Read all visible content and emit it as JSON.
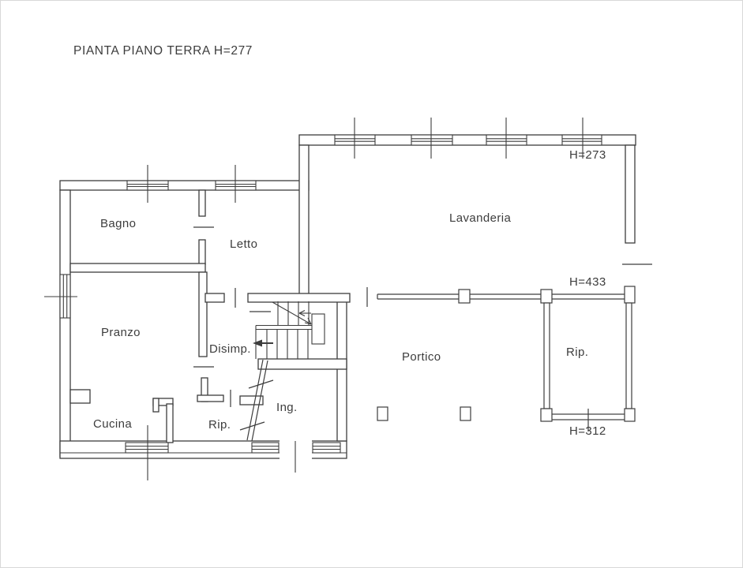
{
  "title": "PIANTA PIANO TERRA H=277",
  "rooms": {
    "bagno": {
      "label": "Bagno"
    },
    "letto": {
      "label": "Letto"
    },
    "lavanderia": {
      "label": "Lavanderia"
    },
    "pranzo": {
      "label": "Pranzo"
    },
    "disimpegno": {
      "label": "Disimp."
    },
    "cucina": {
      "label": "Cucina"
    },
    "ripostiglio": {
      "label": "Rip."
    },
    "ingresso": {
      "label": "Ing."
    },
    "portico": {
      "label": "Portico"
    },
    "ripostiglio_esterno": {
      "label": "Rip."
    }
  },
  "annotations": {
    "lavanderia_height": "H=273",
    "portico_height": "H=433",
    "ripostiglio_height": "H=312"
  },
  "colors": {
    "line": "#3d3d3d",
    "text": "#3d3d3d",
    "background": "#ffffff"
  }
}
